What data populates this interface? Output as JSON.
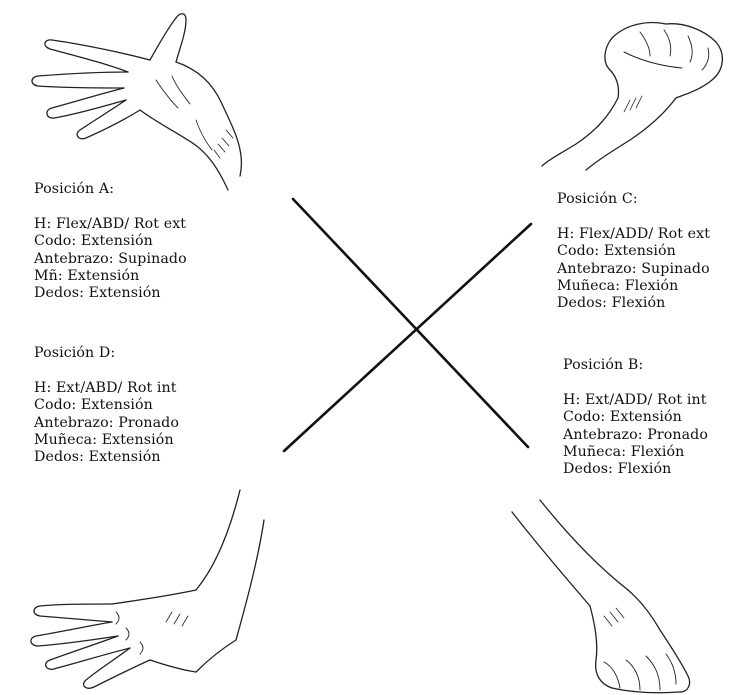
{
  "colors": {
    "background": "#ffffff",
    "ink": "#111111"
  },
  "figures": [
    {
      "id": "A",
      "icon": "open-hand-upper-left-icon"
    },
    {
      "id": "C",
      "icon": "fist-upper-right-icon"
    },
    {
      "id": "D",
      "icon": "open-hand-lower-left-icon"
    },
    {
      "id": "B",
      "icon": "fist-lower-right-icon"
    }
  ],
  "positions": {
    "a": {
      "title": "Posición A:",
      "lines": [
        "H: Flex/ABD/ Rot ext",
        "Codo: Extensión",
        "Antebrazo: Supinado",
        "Mñ: Extensión",
        "Dedos: Extensión"
      ]
    },
    "c": {
      "title": "Posición C:",
      "lines": [
        "H: Flex/ADD/ Rot ext",
        "Codo: Extensión",
        "Antebrazo: Supinado",
        "Muñeca: Flexión",
        "Dedos: Flexión"
      ]
    },
    "d": {
      "title": "Posición D:",
      "lines": [
        "H: Ext/ABD/ Rot int",
        "Codo: Extensión",
        "Antebrazo: Pronado",
        "Muñeca: Extensión",
        "Dedos: Extensión"
      ]
    },
    "b": {
      "title": "Posición B:",
      "lines": [
        "H: Ext/ADD/ Rot int",
        "Codo: Extensión",
        "Antebrazo: Pronado",
        "Muñeca: Flexión",
        "Dedos: Flexión"
      ]
    }
  }
}
